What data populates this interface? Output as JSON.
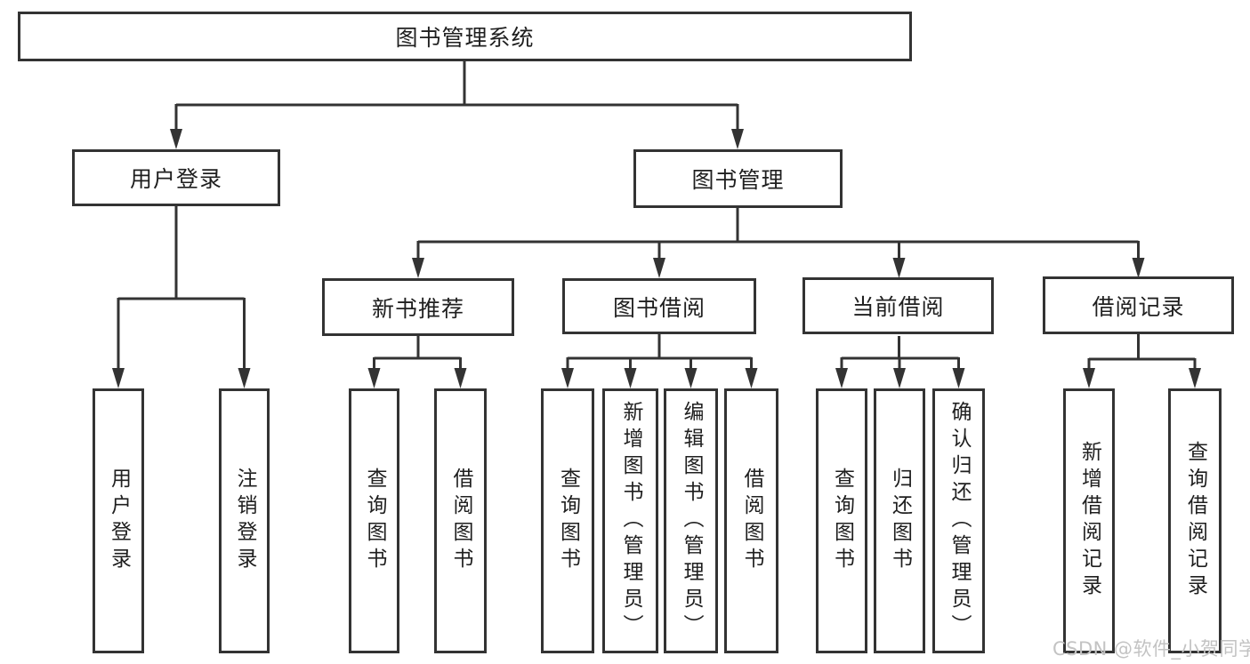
{
  "diagram_title": "图书管理系统",
  "tree": {
    "label": "图书管理系统",
    "children": [
      {
        "label": "用户登录",
        "children": [
          {
            "label": "用户登录"
          },
          {
            "label": "注销登录"
          }
        ]
      },
      {
        "label": "图书管理",
        "children": [
          {
            "label": "新书推荐",
            "children": [
              {
                "label": "查询图书"
              },
              {
                "label": "借阅图书"
              }
            ]
          },
          {
            "label": "图书借阅",
            "children": [
              {
                "label": "查询图书"
              },
              {
                "label": "新增图书（管理员）"
              },
              {
                "label": "编辑图书（管理员）"
              },
              {
                "label": "借阅图书"
              }
            ]
          },
          {
            "label": "当前借阅",
            "children": [
              {
                "label": "查询图书"
              },
              {
                "label": "归还图书"
              },
              {
                "label": "确认归还（管理员）"
              }
            ]
          },
          {
            "label": "借阅记录",
            "children": [
              {
                "label": "新增借阅记录"
              },
              {
                "label": "查询借阅记录"
              }
            ]
          }
        ]
      }
    ]
  },
  "watermark": {
    "text": "CSDN @软件_小贺同学"
  },
  "colors": {
    "line": "#333333",
    "text": "#1f1f1f",
    "background": "#ffffff",
    "watermark": "#c3c3c3"
  }
}
